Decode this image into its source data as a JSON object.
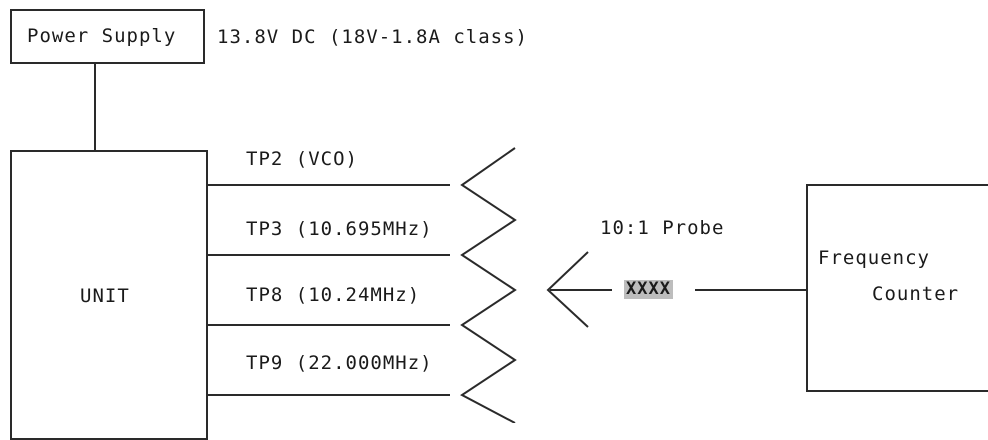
{
  "power_supply": {
    "label": "Power Supply",
    "spec": "13.8V DC (18V-1.8A class)"
  },
  "unit": {
    "label": "UNIT"
  },
  "test_points": [
    {
      "label": "TP2 (VCO)"
    },
    {
      "label": "TP3 (10.695MHz)"
    },
    {
      "label": "TP8 (10.24MHz)"
    },
    {
      "label": "TP9 (22.000MHz)"
    }
  ],
  "probe": {
    "label": "10:1 Probe",
    "connector_label": "XXXX"
  },
  "frequency_counter": {
    "line1": "Frequency",
    "line2": "Counter"
  },
  "colors": {
    "line": "#2a2a2a",
    "probe_highlight": "#bdbdbd"
  }
}
